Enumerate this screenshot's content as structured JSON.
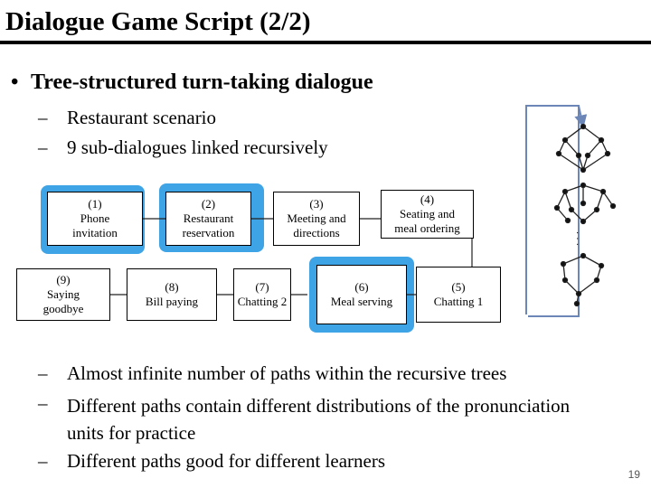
{
  "title": "Dialogue Game Script (2/2)",
  "bullet": "Tree-structured turn-taking dialogue",
  "sub_bullets_top": [
    "Restaurant scenario",
    "9 sub-dialogues linked recursively"
  ],
  "boxes": {
    "b1": {
      "num": "(1)",
      "l1": "Phone",
      "l2": "invitation"
    },
    "b2": {
      "num": "(2)",
      "l1": "Restaurant",
      "l2": "reservation"
    },
    "b3": {
      "num": "(3)",
      "l1": "Meeting and",
      "l2": "directions"
    },
    "b4": {
      "num": "(4)",
      "l1": "Seating and",
      "l2": "meal ordering"
    },
    "b5": {
      "num": "(5)",
      "l1": "Chatting 1"
    },
    "b6": {
      "num": "(6)",
      "l1": "Meal serving"
    },
    "b7": {
      "num": "(7)",
      "l1": "Chatting 2"
    },
    "b8": {
      "num": "(8)",
      "l1": "Bill paying"
    },
    "b9": {
      "num": "(9)",
      "l1": "Saying",
      "l2": "goodbye"
    }
  },
  "sub_bullets_bottom": [
    {
      "line1": "Almost infinite number of paths within the recursive trees"
    },
    {
      "line1": "Different paths contain different distributions of the pronunciation",
      "line2": "units for practice"
    },
    {
      "line1": "Different paths good for different learners"
    }
  ],
  "tree_ellipsis": ". . .",
  "page_number": "19",
  "colors": {
    "highlight": "#3fa4e6",
    "arrow": "#6b86b7"
  }
}
